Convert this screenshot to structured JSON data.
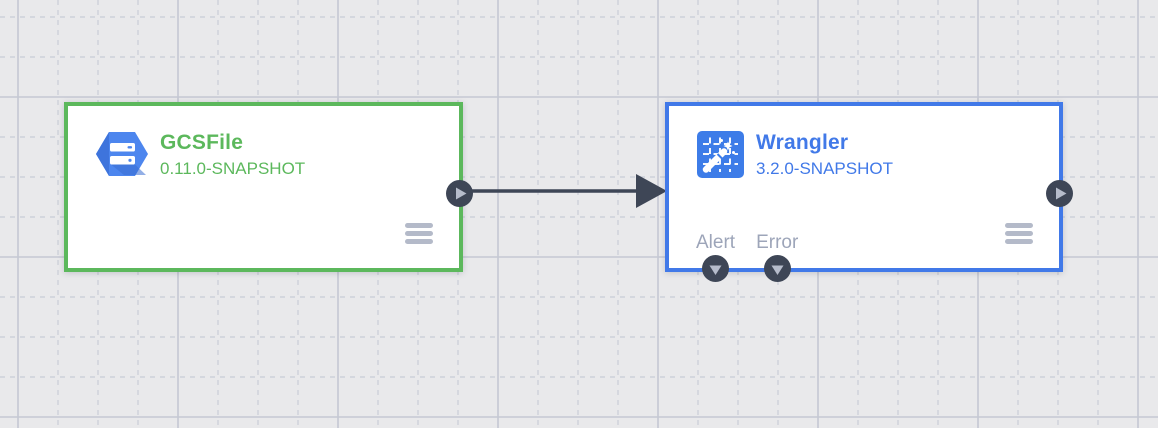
{
  "canvas": {
    "background_color": "#e9e9eb",
    "grid_minor_color": "#ced1da",
    "grid_major_color": "#c5c8d3"
  },
  "nodes": [
    {
      "title": "GCSFile",
      "version": "0.11.0-SNAPSHOT",
      "accent_color": "#5cb85c",
      "icon": "gcs-storage-icon",
      "menu_icon": "hamburger-menu-icon",
      "output_port_icon": "play-icon"
    },
    {
      "title": "Wrangler",
      "version": "3.2.0-SNAPSHOT",
      "accent_color": "#4179e8",
      "icon": "wrangler-magic-wand-icon",
      "menu_icon": "hamburger-menu-icon",
      "output_port_icon": "play-icon",
      "bottom_ports": [
        {
          "label": "Alert",
          "icon": "triangle-down-icon"
        },
        {
          "label": "Error",
          "icon": "triangle-down-icon"
        }
      ]
    }
  ],
  "connection": {
    "from": "GCSFile",
    "to": "Wrangler",
    "color": "#3e4656"
  },
  "ui_colors": {
    "port_circle": "#3e4656",
    "port_glyph": "#b6bccb",
    "menu_bars": "#b4bac9",
    "bottom_label": "#9da5b9"
  }
}
